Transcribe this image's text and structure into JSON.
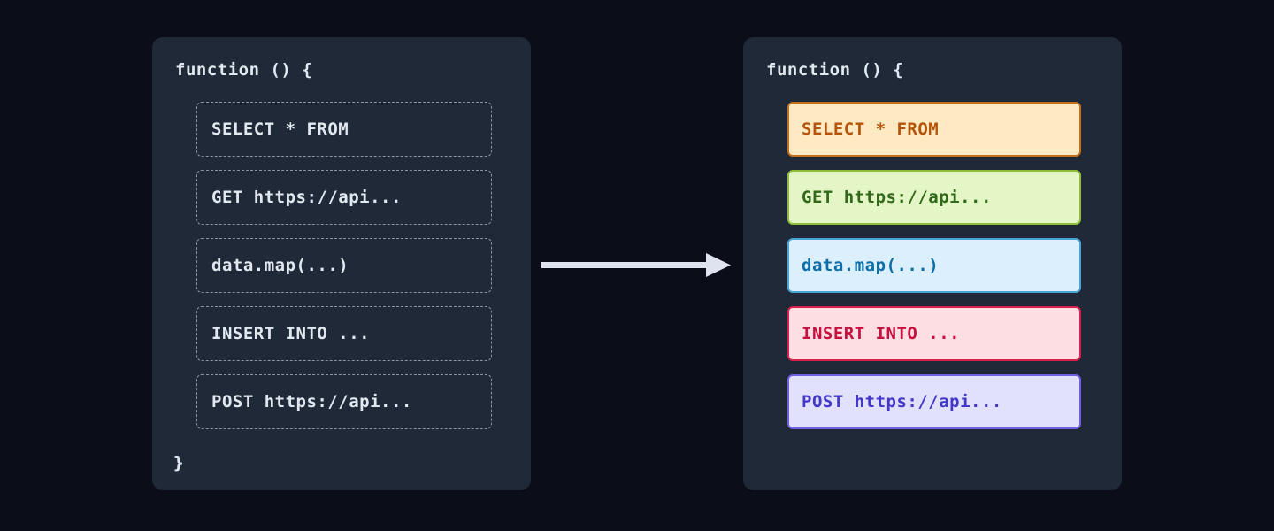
{
  "theme": {
    "page_background": "#0b0e18",
    "panel_background": "#1f2937",
    "code_text": "#e2e8f0",
    "plain_border": "#8b93a5",
    "arrow_color": "#dfe3f0"
  },
  "arrow": {
    "icon": "arrow-right-icon",
    "direction": "right"
  },
  "panels": [
    {
      "id": "plain",
      "title": "plain-code-panel",
      "open_line": "function () {",
      "close_line": "}",
      "blocks": [
        {
          "label": "SELECT * FROM"
        },
        {
          "label": "GET https://api..."
        },
        {
          "label": "data.map(...)"
        },
        {
          "label": "INSERT INTO ..."
        },
        {
          "label": "POST https://api..."
        }
      ]
    },
    {
      "id": "highlighted",
      "title": "highlighted-code-panel",
      "open_line": "function () {",
      "close_line": "}",
      "blocks": [
        {
          "label": "SELECT * FROM",
          "kind": "sql-select",
          "fill": "#fdeac2",
          "border": "#c2701c",
          "text": "#b45309"
        },
        {
          "label": "GET https://api...",
          "kind": "http-get",
          "fill": "#e4f6c6",
          "border": "#8fbd3a",
          "text": "#31691a"
        },
        {
          "label": "data.map(...)",
          "kind": "js-transform",
          "fill": "#dceffc",
          "border": "#4aa3d8",
          "text": "#0b6ea8"
        },
        {
          "label": "INSERT INTO ...",
          "kind": "sql-insert",
          "fill": "#fddee3",
          "border": "#d81f4c",
          "text": "#c8103f"
        },
        {
          "label": "POST https://api...",
          "kind": "http-post",
          "fill": "#e1e1fb",
          "border": "#6f5fe0",
          "text": "#4338ca"
        }
      ]
    }
  ]
}
